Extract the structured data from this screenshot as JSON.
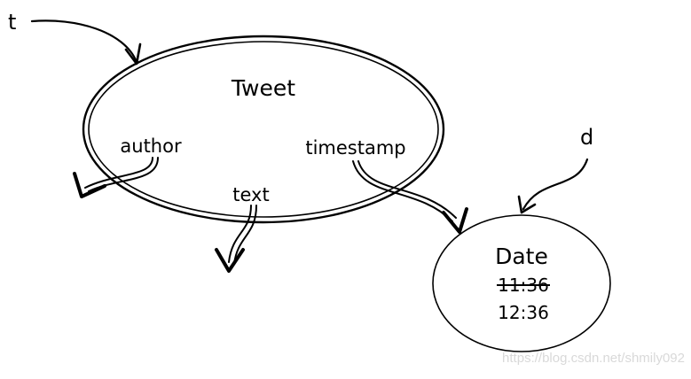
{
  "diagram": {
    "variables": {
      "t": "t",
      "d": "d"
    },
    "tweet_object": {
      "title": "Tweet",
      "fields": {
        "author": "author",
        "text": "text",
        "timestamp": "timestamp"
      }
    },
    "date_object": {
      "title": "Date",
      "old_value": "11:36",
      "new_value": "12:36"
    }
  },
  "watermark": "https://blog.csdn.net/shmily092"
}
